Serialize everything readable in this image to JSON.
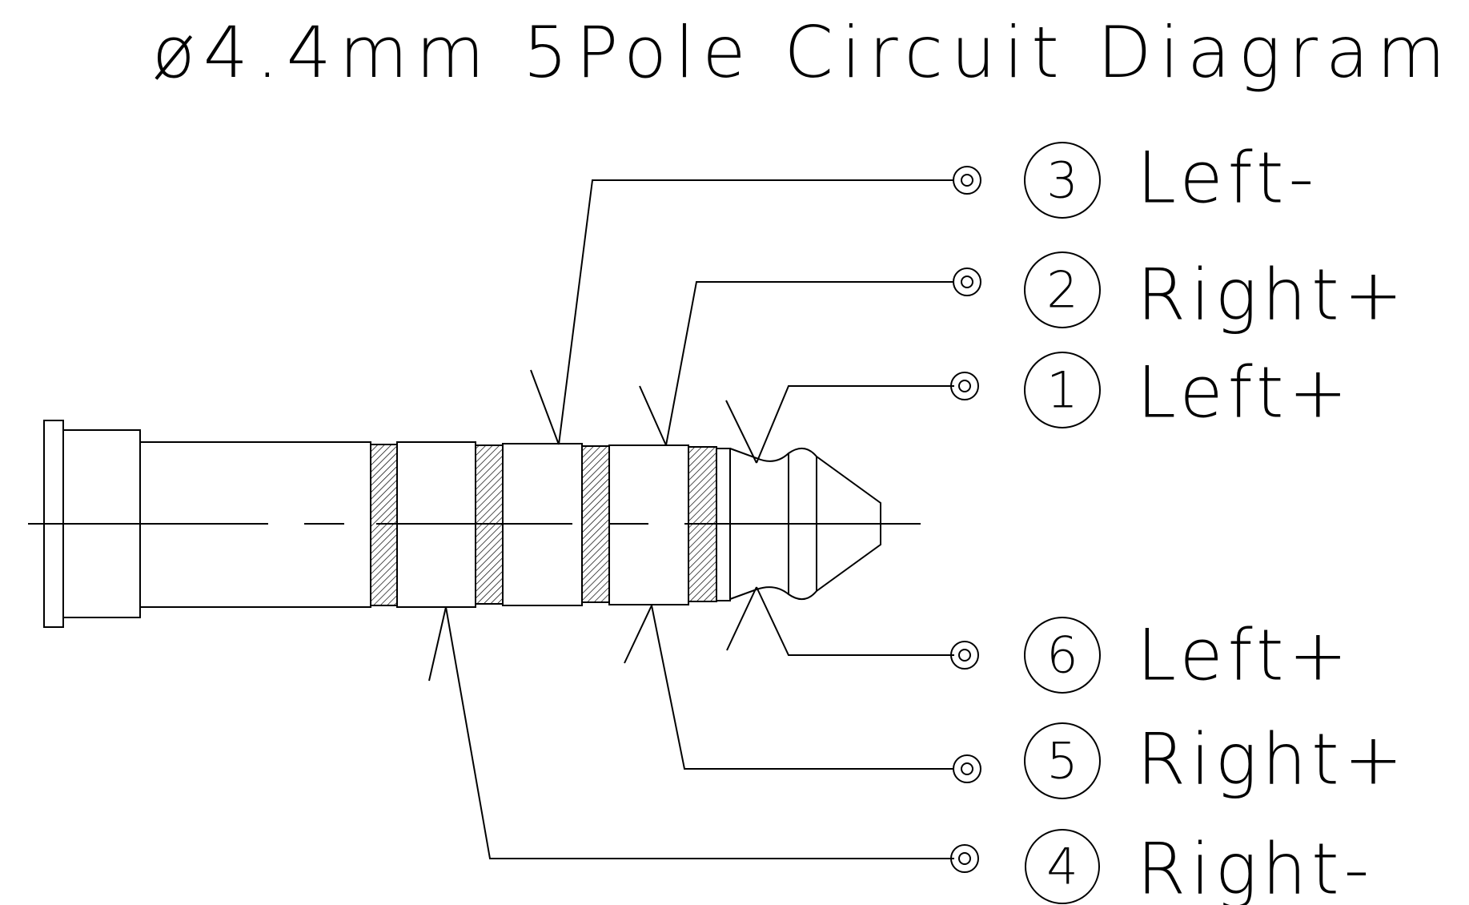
{
  "title": "ø4.4mm 5Pole Circuit Diagram",
  "pins": [
    {
      "number": "3",
      "label": "Left-"
    },
    {
      "number": "2",
      "label": "Right+"
    },
    {
      "number": "1",
      "label": "Left+"
    },
    {
      "number": "6",
      "label": "Left+"
    },
    {
      "number": "5",
      "label": "Right+"
    },
    {
      "number": "4",
      "label": "Right-"
    }
  ],
  "colors": {
    "line": "#000000",
    "background": "#ffffff"
  }
}
